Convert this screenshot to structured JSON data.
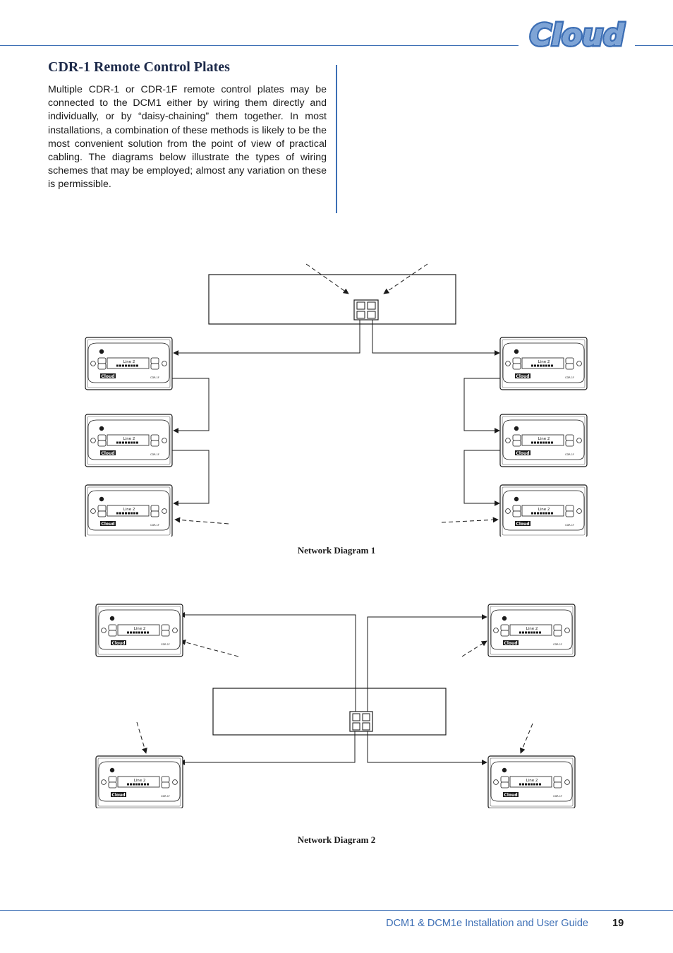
{
  "brand": {
    "logo_text": "Cloud",
    "logo_color": "#3d6fb5"
  },
  "section": {
    "title": "CDR-1 Remote Control Plates",
    "body": "Multiple CDR-1 or CDR-1F remote control plates may be connected to the DCM1 either by wiring them directly and individually, or by “daisy-chaining” them together. In most installations, a combination of these methods is likely to be the most convenient solution from the point of view of practical cabling. The diagrams below illustrate the types of wiring schemes that may be employed; almost any variation on these is permissible."
  },
  "plate": {
    "display_text": "Line 2",
    "brand_text": "Cloud",
    "model_text": "CDR-1F"
  },
  "diagrams": [
    {
      "caption": "Network Diagram 1",
      "plate_count": 6
    },
    {
      "caption": "Network Diagram 2",
      "plate_count": 4
    }
  ],
  "footer": {
    "title": "DCM1 & DCM1e Installation and User Guide",
    "page": "19"
  },
  "colors": {
    "accent": "#3d6fb5",
    "line": "#1a1a1a"
  }
}
